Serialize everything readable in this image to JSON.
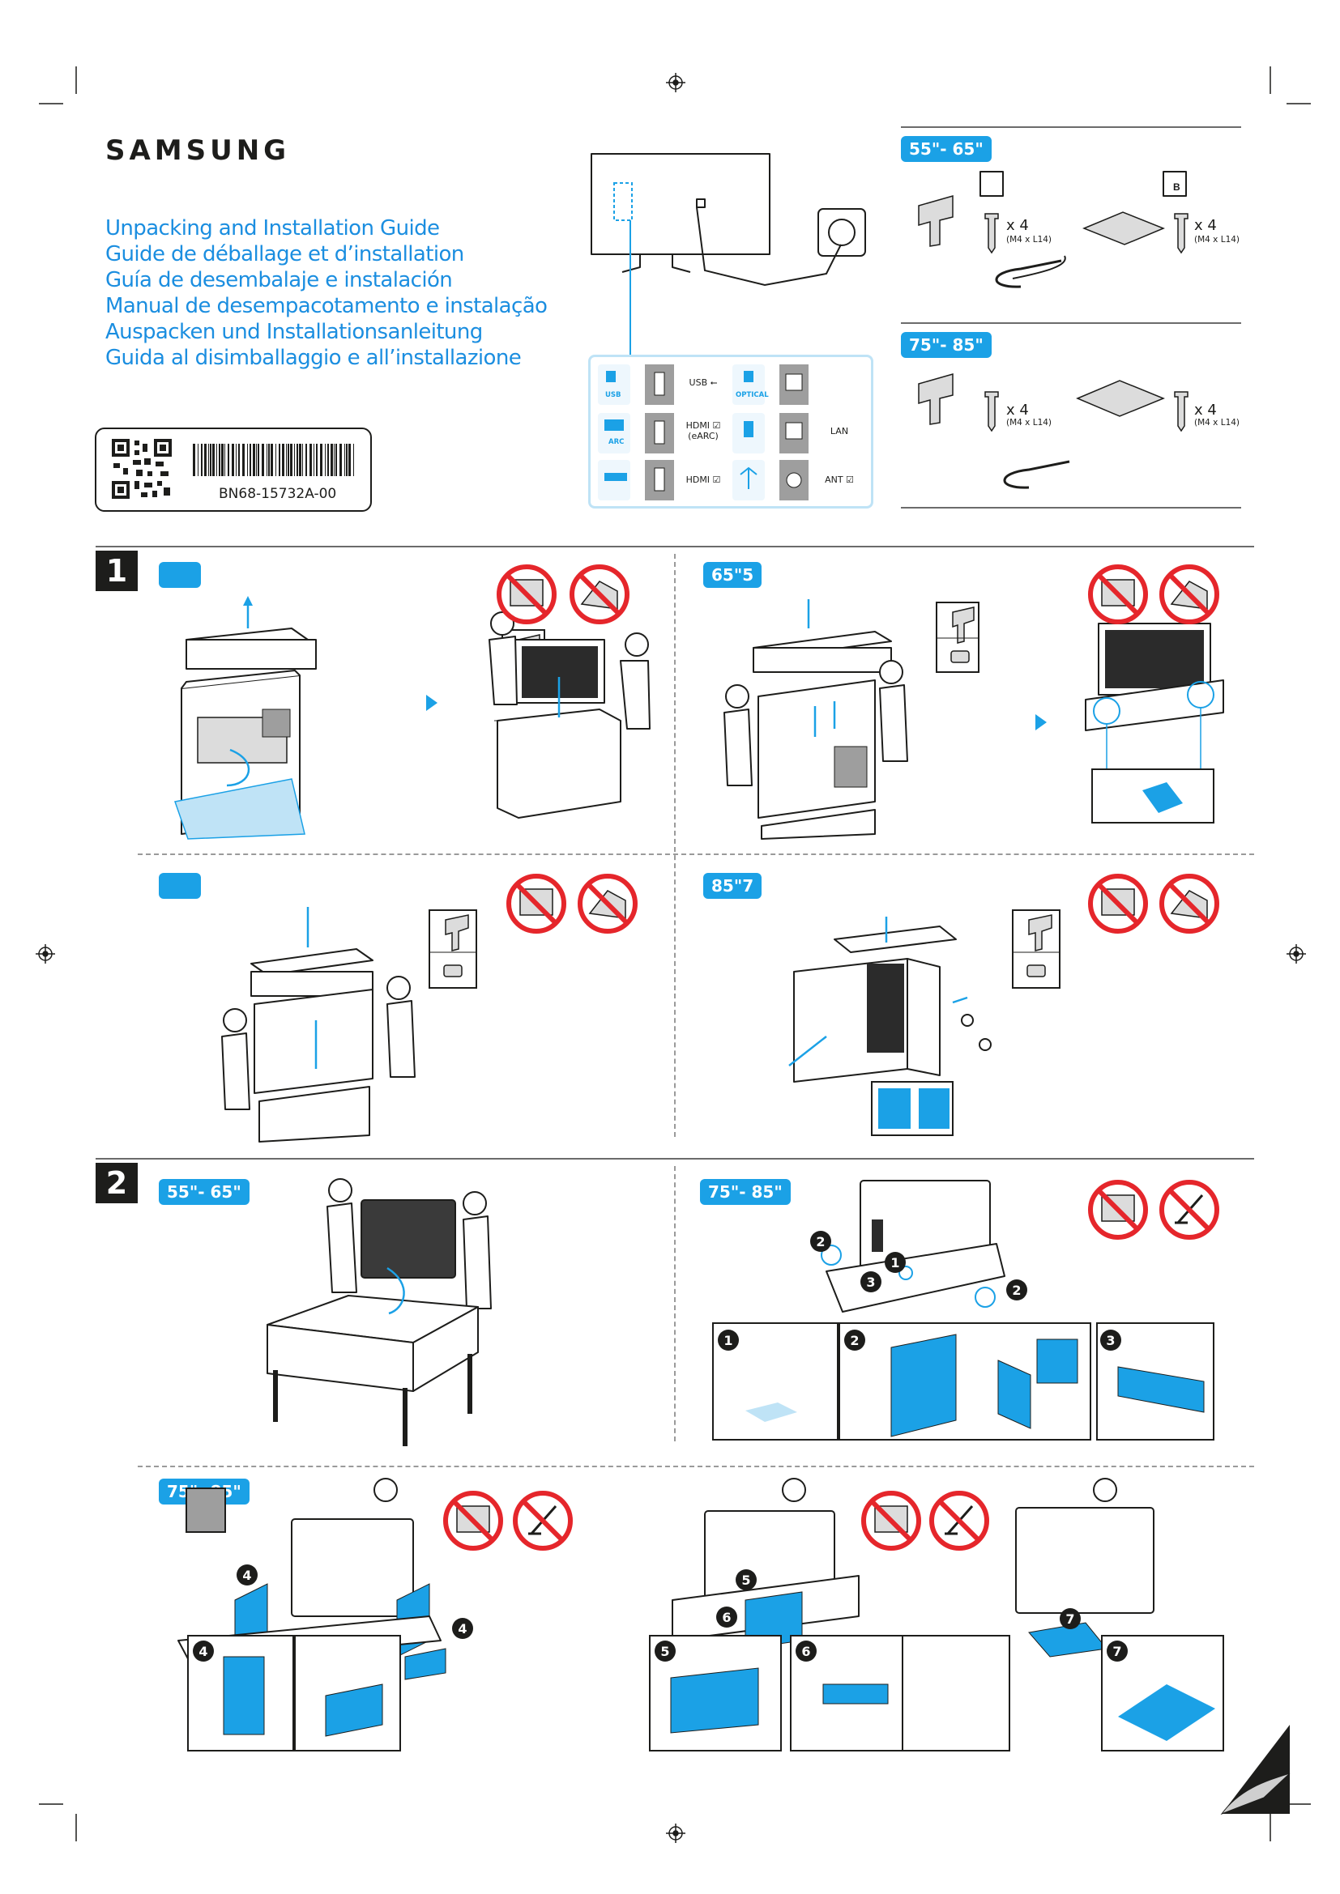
{
  "header": {
    "brand": "SAMSUNG",
    "titles": [
      "Unpacking and Installation Guide",
      "Guide de déballage et d’installation",
      "Guía de desembalaje e instalación",
      "Manual de desempacotamento e instalação",
      "Auspacken und Installationsanleitung",
      "Guida al disimballaggio e all’installazione"
    ],
    "part_number": "BN68-15732A-00"
  },
  "components": {
    "size_55_65": {
      "label": "55\"- 65\"",
      "screw_count": "x 4",
      "screw_spec": "(M4 x L14)",
      "screw_count_b": "x 4",
      "screw_spec_b": "(M4 x L14)",
      "box_b": "B"
    },
    "size_75_85": {
      "label": "75\"- 85\"",
      "screw_count": "x 4",
      "screw_spec": "(M4 x L14)",
      "screw_count_b": "x 4",
      "screw_spec_b": "(M4 x L14)"
    }
  },
  "ports": {
    "usb_tag": "USB",
    "usb_label": "USB ⭠",
    "optical_tag": "OPTICAL",
    "arc_tag": "ARC",
    "hdmi_earc_label": "HDMI ☑\n(eARC)",
    "lan_label": "LAN",
    "hdmi_label": "HDMI ☑",
    "ant_label": "ANT ☑"
  },
  "step1": {
    "number": "1",
    "badge_a": "",
    "badge_b": "65\"5",
    "badge_c": "",
    "badge_d": "85\"7"
  },
  "step2": {
    "number": "2",
    "badge_a": "55\"- 65\"",
    "badge_b": "75\"- 85\"",
    "badge_c": "75\"- 85\""
  },
  "colors": {
    "accent": "#1ba1e6",
    "title_blue": "#1b8ee0",
    "warning_red": "#e5262b"
  },
  "icons": [
    "registration-mark-icon",
    "qr-code-icon",
    "barcode-icon",
    "no-lying-flat-icon",
    "no-pressing-screen-icon",
    "page-curl-icon"
  ]
}
